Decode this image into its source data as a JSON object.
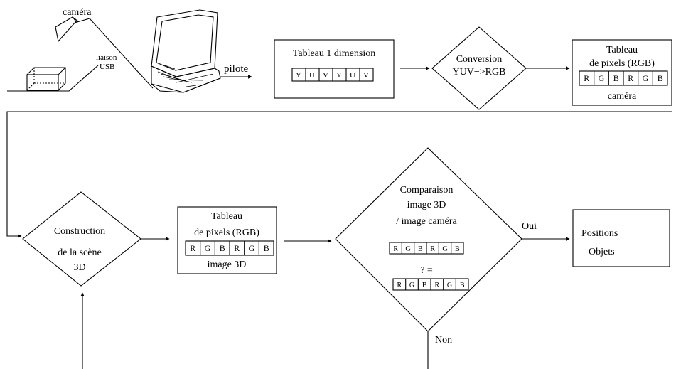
{
  "hardware": {
    "camera_label": "caméra",
    "usb_label_line1": "liaison",
    "usb_label_line2": "USB",
    "driver_label": "pilote"
  },
  "table_1d": {
    "title": "Tableau 1 dimension",
    "cells": [
      "Y",
      "U",
      "V",
      "Y",
      "U",
      "V"
    ]
  },
  "conversion": {
    "line1": "Conversion",
    "line2": "YUV−>RGB"
  },
  "table_camera": {
    "title_line1": "Tableau",
    "title_line2": "de pixels (RGB)",
    "cells": [
      "R",
      "G",
      "B",
      "R",
      "G",
      "B"
    ],
    "caption": "caméra"
  },
  "construction": {
    "line1": "Construction",
    "line2": "de la scène",
    "line3": "3D"
  },
  "table_3d": {
    "title_line1": "Tableau",
    "title_line2": "de pixels (RGB)",
    "cells": [
      "R",
      "G",
      "B",
      "R",
      "G",
      "B"
    ],
    "caption": "image 3D"
  },
  "comparison": {
    "line1": "Comparaison",
    "line2": "image 3D",
    "line3": "/ image caméra",
    "cells_top": [
      "R",
      "G",
      "B",
      "R",
      "G",
      "B"
    ],
    "operator": "? =",
    "cells_bottom": [
      "R",
      "G",
      "B",
      "R",
      "G",
      "B"
    ]
  },
  "branch_yes": "Oui",
  "branch_no": "Non",
  "result": {
    "line1": "Positions",
    "line2": "Objets"
  }
}
